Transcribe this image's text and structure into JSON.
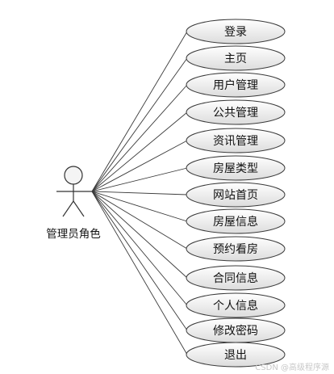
{
  "actor": {
    "label": "管理员角色"
  },
  "use_cases": [
    {
      "label": "登录"
    },
    {
      "label": "主页"
    },
    {
      "label": "用户管理"
    },
    {
      "label": "公共管理"
    },
    {
      "label": "资讯管理"
    },
    {
      "label": "房屋类型"
    },
    {
      "label": "网站首页"
    },
    {
      "label": "房屋信息"
    },
    {
      "label": "预约看房"
    },
    {
      "label": "合同信息"
    },
    {
      "label": "个人信息"
    },
    {
      "label": "修改密码"
    },
    {
      "label": "退出"
    }
  ],
  "watermark": "CSDN @高级程序源",
  "colors": {
    "ellipse_top": "#ffffff",
    "ellipse_bottom": "#dcdcdc",
    "outline": "#3a3a3a"
  }
}
